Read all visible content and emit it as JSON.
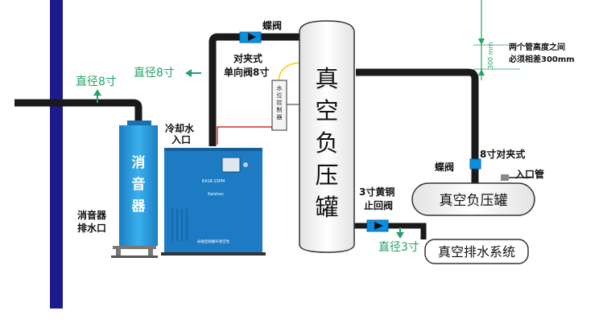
{
  "labels": {
    "butterfly_valve_top": "蝶阀",
    "wafer_check_valve_l1": "对夹式",
    "wafer_check_valve_l2": "单向阀8寸",
    "diameter_8_left": "直径8寸",
    "diameter_8_mid": "直径8寸",
    "cooling_water_l1": "冷却水",
    "cooling_water_l2": "入口",
    "silencer": "消音器",
    "silencer_drain_l1": "消音器",
    "silencer_drain_l2": "排水口",
    "level_controller": "水位控制器",
    "main_tank": "真空负压罐",
    "height_note_l1": "两个管高度之间",
    "height_note_l2": "必须相差300mm",
    "dim_300": "300 mm",
    "wafer_8_right": "8寸对夹式",
    "butterfly_valve_right": "蝶阀",
    "inlet_pipe": "入口管",
    "horizontal_tank": "真空负压罐",
    "brass_check_l1": "3寸黄铜",
    "brass_check_l2": "止回阀",
    "diameter_3": "直径3寸",
    "drain_system": "真空排水系统",
    "pump_model": "EA18-15PM",
    "pump_brand": "Kaishan",
    "pump_footer": "永磁变频螺杆真空泵"
  },
  "colors": {
    "pipe": "#1a1a1a",
    "blue_pipe": "#1b1b8c",
    "silencer": "#1e8fd6",
    "pump": "#1d7bc4",
    "arrow_green": "#22a267",
    "valve_blue": "#0a8fe0",
    "red_line": "#d32f2f",
    "yellow_line": "#f2d200"
  }
}
